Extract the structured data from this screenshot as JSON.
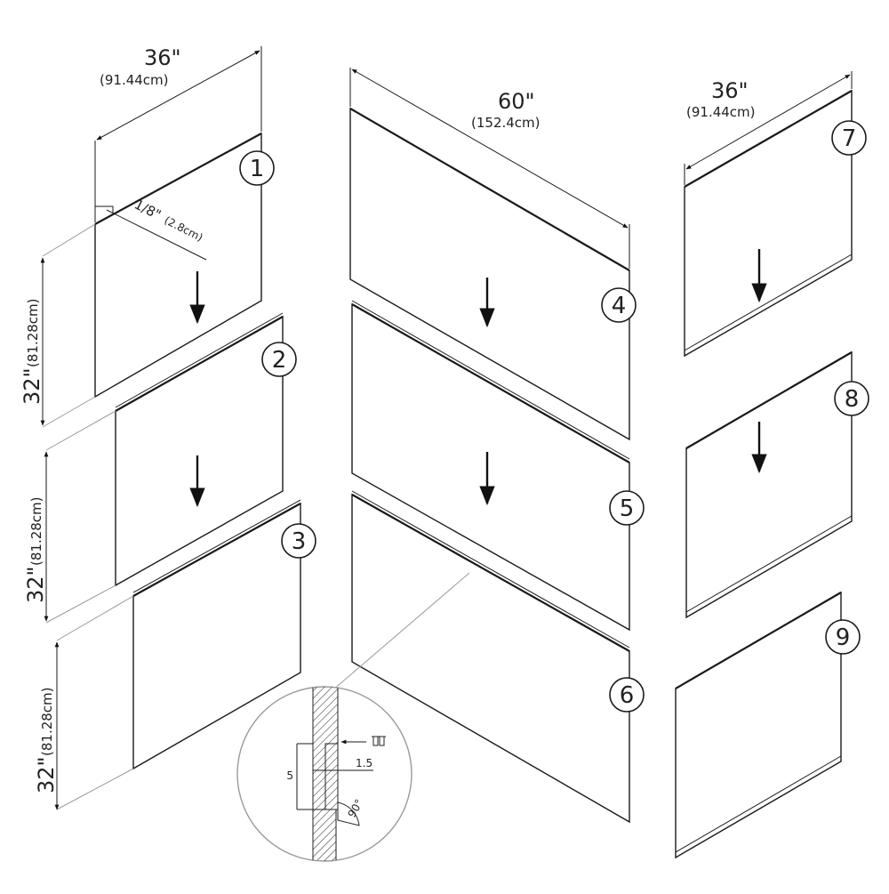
{
  "dimensions": {
    "width_left": {
      "value": "36\"",
      "metric": "(91.44cm)"
    },
    "width_middle": {
      "value": "60\"",
      "metric": "(152.4cm)"
    },
    "width_right": {
      "value": "36\"",
      "metric": "(91.44cm)"
    },
    "thickness": {
      "value": "1/8\"",
      "metric": "(2.8cm)"
    },
    "height_1": {
      "value": "32\"",
      "metric": "(81.28cm)"
    },
    "height_2": {
      "value": "32\"",
      "metric": "(81.28cm)"
    },
    "height_3": {
      "value": "32\"",
      "metric": "(81.28cm)"
    }
  },
  "panel_numbers": [
    "1",
    "2",
    "3",
    "4",
    "5",
    "6",
    "7",
    "8",
    "9"
  ],
  "detail": {
    "depth": "5",
    "gap": "1.5",
    "angle": "90°"
  }
}
